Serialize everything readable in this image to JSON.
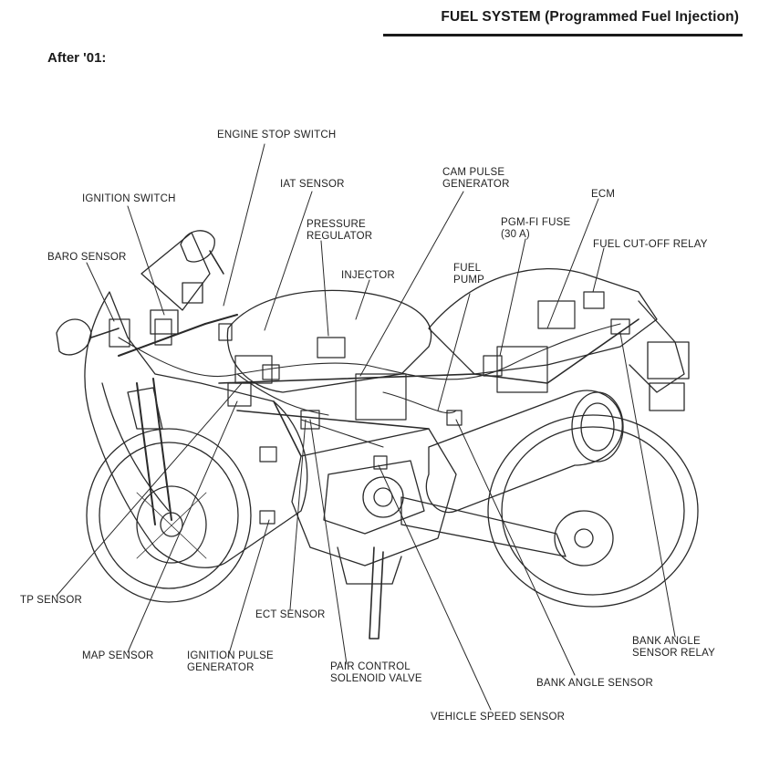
{
  "header": {
    "title": "FUEL SYSTEM (Programmed Fuel Injection)"
  },
  "subheading": "After '01:",
  "labels": {
    "engine_stop_switch": "ENGINE STOP SWITCH",
    "iat_sensor": "IAT SENSOR",
    "cam_pulse_generator_l1": "CAM PULSE",
    "cam_pulse_generator_l2": "GENERATOR",
    "ignition_switch": "IGNITION SWITCH",
    "ecm": "ECM",
    "pressure_regulator_l1": "PRESSURE",
    "pressure_regulator_l2": "REGULATOR",
    "pgm_fi_fuse_l1": "PGM-FI FUSE",
    "pgm_fi_fuse_l2": "(30 A)",
    "fuel_cut_off_relay": "FUEL CUT-OFF RELAY",
    "baro_sensor": "BARO SENSOR",
    "injector": "INJECTOR",
    "fuel_pump_l1": "FUEL",
    "fuel_pump_l2": "PUMP",
    "tp_sensor": "TP SENSOR",
    "ect_sensor": "ECT SENSOR",
    "bank_angle_sensor_relay_l1": "BANK ANGLE",
    "bank_angle_sensor_relay_l2": "SENSOR RELAY",
    "map_sensor": "MAP SENSOR",
    "ignition_pulse_generator_l1": "IGNITION PULSE",
    "ignition_pulse_generator_l2": "GENERATOR",
    "pair_control_solenoid_valve_l1": "PAIR CONTROL",
    "pair_control_solenoid_valve_l2": "SOLENOID VALVE",
    "bank_angle_sensor": "BANK ANGLE SENSOR",
    "vehicle_speed_sensor": "VEHICLE SPEED SENSOR"
  }
}
